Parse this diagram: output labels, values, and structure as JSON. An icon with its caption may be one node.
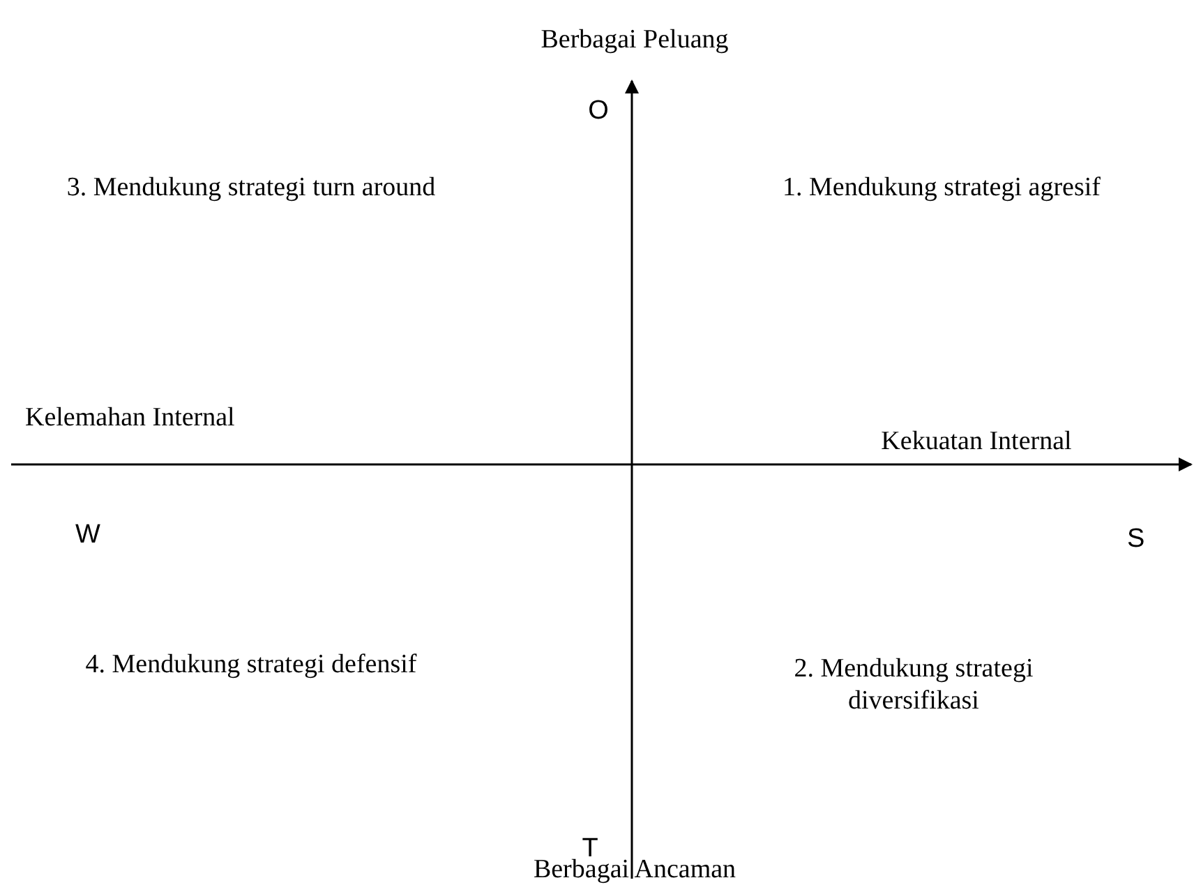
{
  "diagram": {
    "labels": [
      "Berbagai Peluang",
      "O",
      "3. Mendukung strategi turn around",
      "1. Mendukung strategi agresif",
      "Kelemahan Internal",
      "Kekuatan Internal",
      "W",
      "S",
      "4. Mendukung strategi defensif",
      "2. Mendukung strategi diversifikasi",
      "T",
      "Berbagai Ancaman"
    ]
  }
}
